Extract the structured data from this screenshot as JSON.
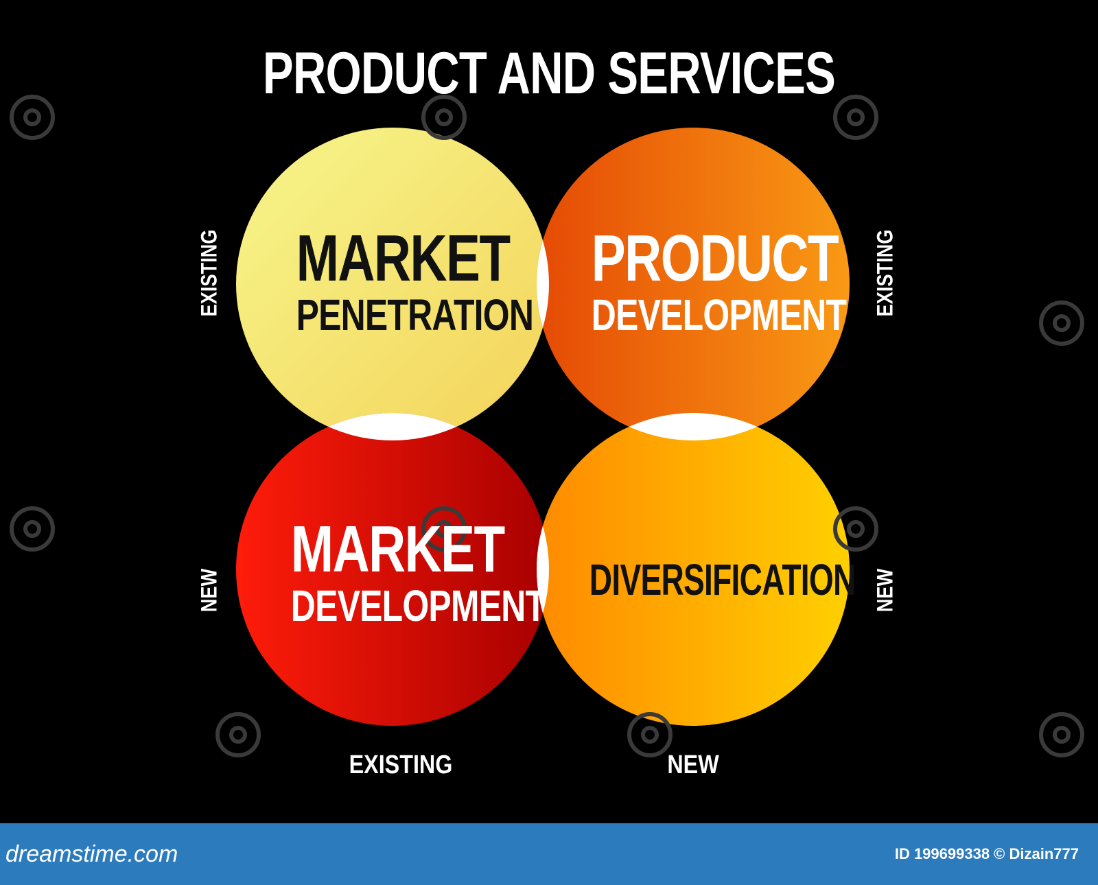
{
  "title": "PRODUCT AND SERVICES",
  "quadrants": {
    "top_left": {
      "line1": "MARKET",
      "line2": "PENETRATION",
      "text_color": "#111111"
    },
    "top_right": {
      "line1": "PRODUCT",
      "line2": "DEVELOPMENT",
      "text_color": "#ffffff"
    },
    "bottom_left": {
      "line1": "MARKET",
      "line2": "DEVELOPMENT",
      "text_color": "#ffffff"
    },
    "bottom_right": {
      "line1": "DIVERSIFICATION",
      "text_color": "#111111"
    }
  },
  "axis_labels": {
    "left_top": "EXISTING",
    "left_bottom": "NEW",
    "right_top": "EXISTING",
    "right_bottom": "NEW",
    "bottom_left": "EXISTING",
    "bottom_right": "NEW"
  },
  "colors": {
    "background": "#000000",
    "top_left_light": "#f6f68c",
    "top_left_dark": "#f4d35a",
    "top_right_light": "#f99a14",
    "top_right_dark": "#e54a05",
    "bottom_left_light": "#ff1c0a",
    "bottom_left_dark": "#a80000",
    "bottom_right_light": "#ff8a00",
    "bottom_right_dark": "#ffd000",
    "overlap": "#ffffff",
    "footer": "#2b7bbd"
  },
  "watermark": {
    "brand": "dreamstime.com",
    "credit": "ID 199699338 © Dizain777"
  }
}
